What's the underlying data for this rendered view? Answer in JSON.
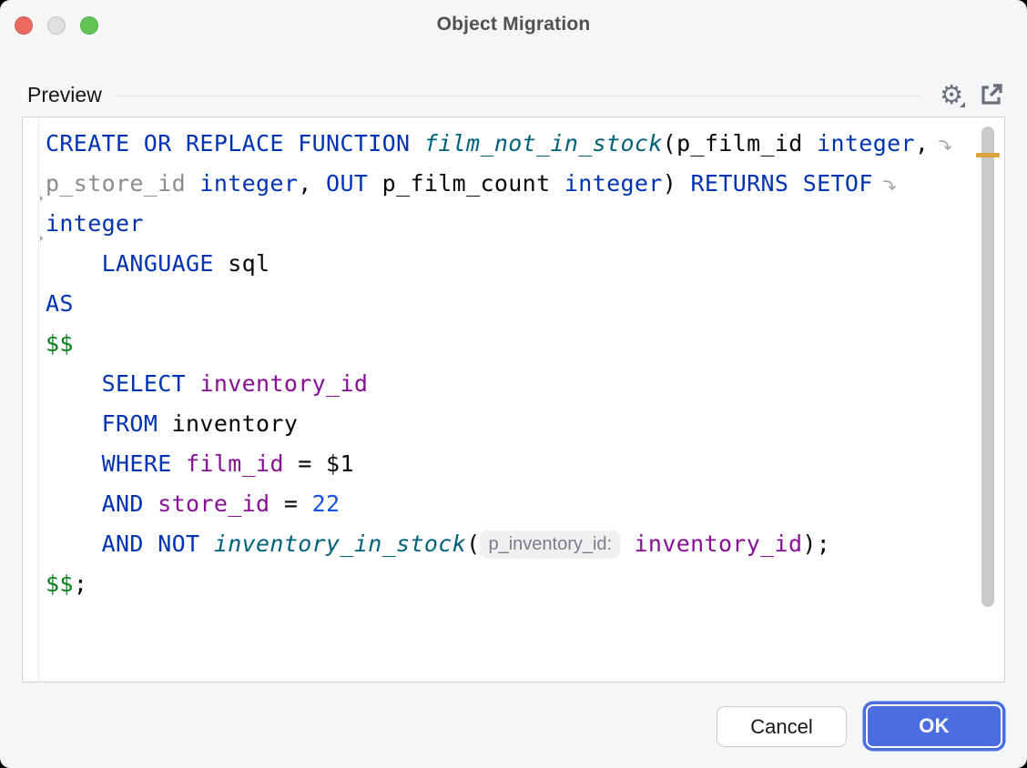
{
  "window": {
    "title": "Object Migration"
  },
  "titlebar": {
    "traffic_lights": [
      {
        "name": "close",
        "color": "#EC6A5E"
      },
      {
        "name": "minimize",
        "color": "#E0E0E0"
      },
      {
        "name": "zoom",
        "color": "#61C454"
      }
    ]
  },
  "preview": {
    "label": "Preview",
    "icons": [
      {
        "name": "settings-gear-icon",
        "glyph": "⚙",
        "has_dropdown": true
      },
      {
        "name": "open-in-new-window-icon",
        "glyph": "external-link-arrow"
      }
    ]
  },
  "editor": {
    "language": "sql",
    "change_marker_color": "#D9A440",
    "lines": [
      {
        "wrap_end": true,
        "tokens": [
          [
            "k",
            "CREATE OR REPLACE FUNCTION "
          ],
          [
            "f",
            "film_not_in_stock"
          ],
          [
            "p",
            "("
          ],
          [
            "p",
            "p_film_id "
          ],
          [
            "k",
            "integer"
          ],
          [
            "p",
            ","
          ]
        ]
      },
      {
        "wrap_start": true,
        "wrap_end": true,
        "tokens": [
          [
            "g",
            "p_store_id "
          ],
          [
            "k",
            "integer"
          ],
          [
            "p",
            ", "
          ],
          [
            "k",
            "OUT"
          ],
          [
            "p",
            " p_film_count "
          ],
          [
            "k",
            "integer"
          ],
          [
            "p",
            ") "
          ],
          [
            "k",
            "RETURNS SETOF"
          ]
        ]
      },
      {
        "wrap_start": true,
        "tokens": [
          [
            "k",
            "integer"
          ]
        ]
      },
      {
        "tokens": [
          [
            "p",
            "    "
          ],
          [
            "k",
            "LANGUAGE"
          ],
          [
            "p",
            " sql"
          ]
        ]
      },
      {
        "tokens": [
          [
            "k",
            "AS"
          ]
        ]
      },
      {
        "tokens": [
          [
            "d",
            "$$"
          ]
        ]
      },
      {
        "tokens": [
          [
            "p",
            "    "
          ],
          [
            "k",
            "SELECT"
          ],
          [
            "p",
            " "
          ],
          [
            "c",
            "inventory_id"
          ]
        ]
      },
      {
        "tokens": [
          [
            "p",
            "    "
          ],
          [
            "k",
            "FROM"
          ],
          [
            "p",
            " inventory"
          ]
        ]
      },
      {
        "tokens": [
          [
            "p",
            "    "
          ],
          [
            "k",
            "WHERE"
          ],
          [
            "p",
            " "
          ],
          [
            "c",
            "film_id"
          ],
          [
            "p",
            " = $1"
          ]
        ]
      },
      {
        "tokens": [
          [
            "p",
            "    "
          ],
          [
            "k",
            "AND"
          ],
          [
            "p",
            " "
          ],
          [
            "c",
            "store_id"
          ],
          [
            "p",
            " = "
          ],
          [
            "n",
            "22"
          ]
        ]
      },
      {
        "tokens": [
          [
            "p",
            "    "
          ],
          [
            "k",
            "AND NOT"
          ],
          [
            "p",
            " "
          ],
          [
            "f",
            "inventory_in_stock"
          ],
          [
            "p",
            "("
          ],
          [
            "h",
            "p_inventory_id:"
          ],
          [
            "p",
            " "
          ],
          [
            "c",
            "inventory_id"
          ],
          [
            "p",
            ");"
          ]
        ]
      },
      {
        "tokens": [
          [
            "d",
            "$$"
          ],
          [
            "p",
            ";"
          ]
        ]
      }
    ]
  },
  "syntax_colors": {
    "keyword": "#0033B3",
    "number": "#1750EB",
    "column": "#871094",
    "function": "#00627A",
    "unused_parameter": "#8C8C8C",
    "dollar_quote": "#077D17",
    "plain": "#070707",
    "inlay_hint_text": "#7D7D82",
    "inlay_hint_background": "#F0F0F2"
  },
  "footer": {
    "cancel_label": "Cancel",
    "ok_label": "OK",
    "accent_color": "#4A6EE0"
  }
}
